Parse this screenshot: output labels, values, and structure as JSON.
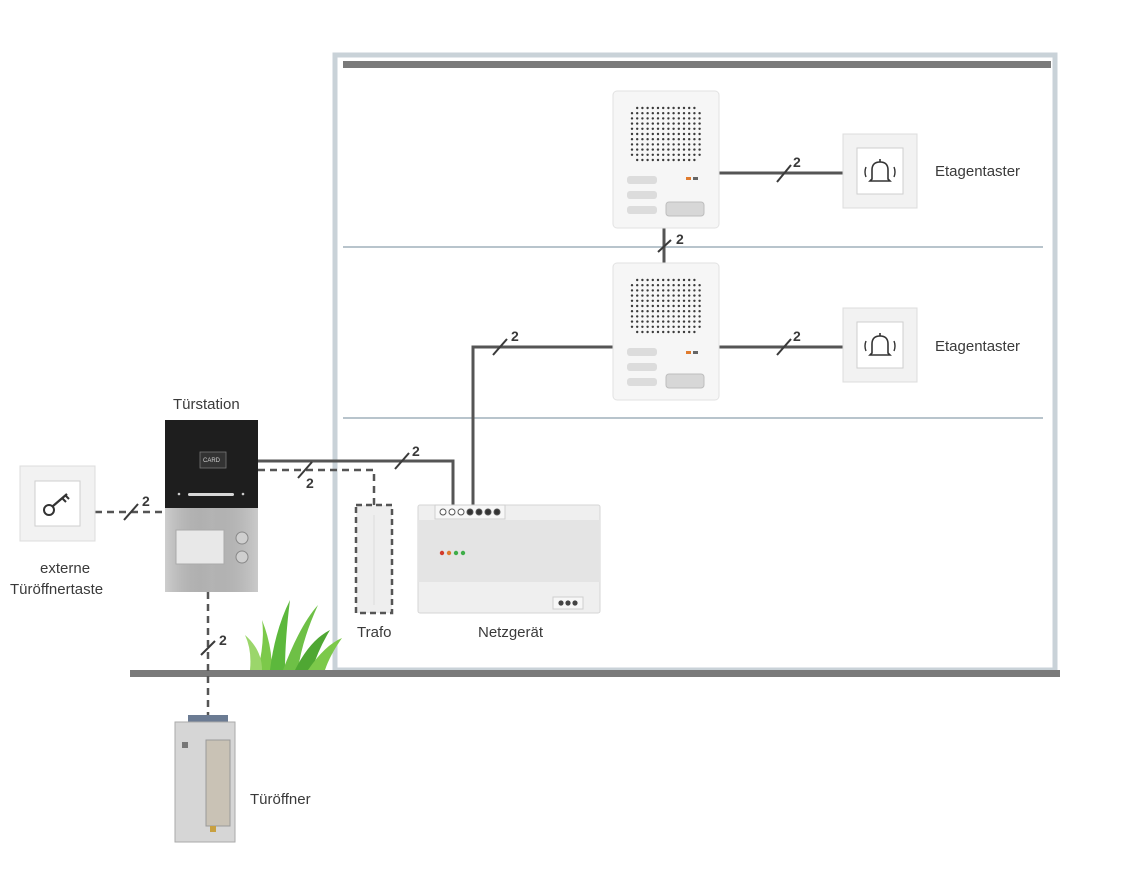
{
  "labels": {
    "tuerstation": "Türstation",
    "externe_line1": "externe",
    "externe_line2": "Türöffnertaste",
    "trafo": "Trafo",
    "netzgeraet": "Netzgerät",
    "tueroeffner": "Türöffner",
    "etagentaster_1": "Etagentaster",
    "etagentaster_2": "Etagentaster",
    "card": "CARD"
  },
  "wire_counts": {
    "top_floor_to_button": "2",
    "between_floors": "2",
    "netz_to_second_floor": "2",
    "second_floor_to_button": "2",
    "door_to_netz": "2",
    "door_to_trafo": "2",
    "external_key": "2",
    "door_opener": "2"
  },
  "colors": {
    "wall": "#7a7a7a",
    "floor_line": "#b8c4cc",
    "wire": "#555555",
    "grass": "#5cb83c"
  }
}
